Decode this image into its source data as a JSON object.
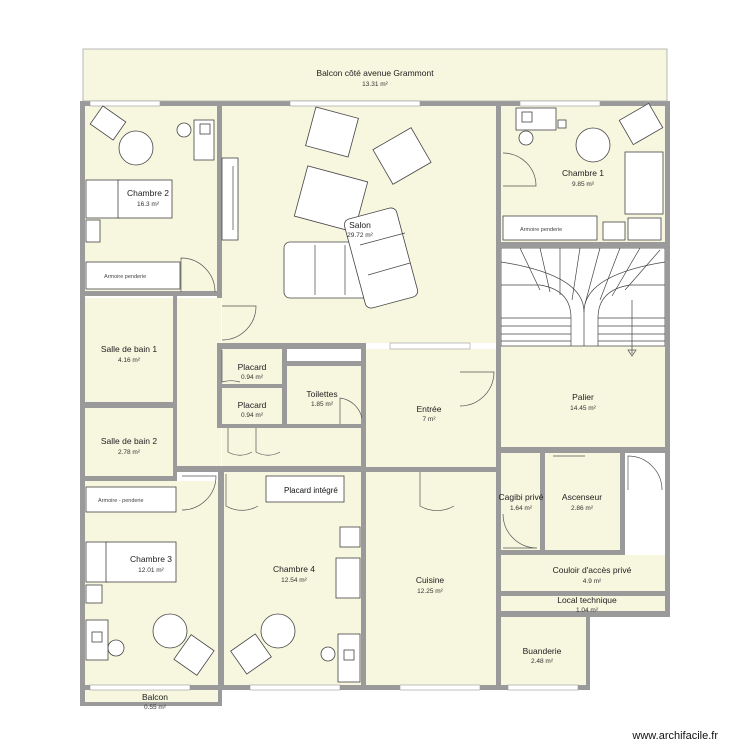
{
  "plan": {
    "rooms": [
      {
        "key": "balcon-grammont",
        "name": "Balcon côté avenue Grammont",
        "area": "13.31 m²"
      },
      {
        "key": "chambre-2",
        "name": "Chambre 2",
        "area": "16.3 m²"
      },
      {
        "key": "salon",
        "name": "Salon",
        "area": "29.72 m²"
      },
      {
        "key": "chambre-1",
        "name": "Chambre 1",
        "area": "9.85 m²"
      },
      {
        "key": "salle-de-bain-1",
        "name": "Salle de bain 1",
        "area": "4.16 m²"
      },
      {
        "key": "placard-1",
        "name": "Placard",
        "area": "0.94 m²"
      },
      {
        "key": "placard-2",
        "name": "Placard",
        "area": "0.94 m²"
      },
      {
        "key": "toilettes",
        "name": "Toilettes",
        "area": "1.85 m²"
      },
      {
        "key": "entree",
        "name": "Entrée",
        "area": "7 m²"
      },
      {
        "key": "palier",
        "name": "Palier",
        "area": "14.45 m²"
      },
      {
        "key": "salle-de-bain-2",
        "name": "Salle de bain 2",
        "area": "2.78 m²"
      },
      {
        "key": "cagibi",
        "name": "Cagibi privé",
        "area": "1.64 m²"
      },
      {
        "key": "ascenseur",
        "name": "Ascenseur",
        "area": "2.86 m²"
      },
      {
        "key": "chambre-3",
        "name": "Chambre 3",
        "area": "12.01 m²"
      },
      {
        "key": "chambre-4",
        "name": "Chambre 4",
        "area": "12.54 m²"
      },
      {
        "key": "cuisine",
        "name": "Cuisine",
        "area": "12.25 m²"
      },
      {
        "key": "couloir",
        "name": "Couloir d'accès privé",
        "area": "4.9 m²"
      },
      {
        "key": "local-technique",
        "name": "Local technique",
        "area": "1.04 m²"
      },
      {
        "key": "buanderie",
        "name": "Buanderie",
        "area": "2.48 m²"
      },
      {
        "key": "balcon-bas",
        "name": "Balcon",
        "area": "0.55 m²"
      }
    ],
    "furniture_labels": {
      "armoire_chambre2": "Armoire penderie",
      "armoire_chambre1": "Armoire penderie",
      "armoire_chambre3": "Armoire - penderie",
      "placard_integre": "Placard intégré"
    },
    "watermark": "www.archifacile.fr",
    "colors": {
      "room_fill": "#f7f6df",
      "wall": "#9a9a9a",
      "stair_fill": "#ffffff"
    }
  }
}
